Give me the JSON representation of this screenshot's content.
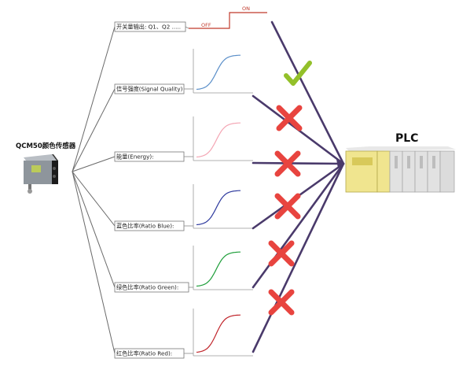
{
  "sensor": {
    "title": "QCM50颜色传感器"
  },
  "plc": {
    "label": "PLC"
  },
  "switch_signal": {
    "on_label": "ON",
    "off_label": "OFF",
    "color": "#c0392b"
  },
  "outputs": [
    {
      "label": "开关量输出: Q1、Q2 .....",
      "accepted": true
    },
    {
      "label": "信号强度(Signal Quality)",
      "accepted": false,
      "curve_color": "#5b8fc9"
    },
    {
      "label": "能量(Energy):",
      "accepted": false,
      "curve_color": "#f4a6b4"
    },
    {
      "label": "蓝色比率(Ratio Blue):",
      "accepted": false,
      "curve_color": "#2e3a9e"
    },
    {
      "label": "绿色比率(Ratio Green):",
      "accepted": false,
      "curve_color": "#1e9e3a"
    },
    {
      "label": "红色比率(Ratio Red):",
      "accepted": false,
      "curve_color": "#c0242a"
    }
  ],
  "colors": {
    "line": "#4a3a6b",
    "fan_line": "#6a6a6a",
    "cross": "#e8443f",
    "check": "#93c02a"
  }
}
